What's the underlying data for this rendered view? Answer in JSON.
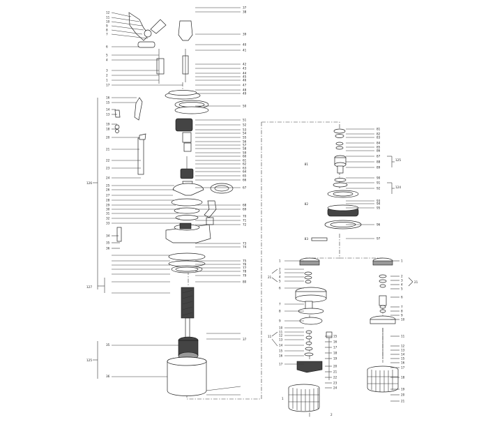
{
  "diagram": {
    "labels": {
      "main_assembly_left": [
        "12",
        "11",
        "10",
        "9",
        "8",
        "7",
        "6",
        "5",
        "4",
        "3",
        "2",
        "1",
        "17",
        "16",
        "15",
        "14",
        "13",
        "19",
        "18",
        "20",
        "21",
        "22",
        "23",
        "24",
        "25",
        "26",
        "27",
        "28",
        "29",
        "30",
        "31",
        "32",
        "33",
        "34",
        "35",
        "36"
      ],
      "main_assembly_right": [
        "37",
        "38",
        "39",
        "40",
        "41",
        "42",
        "43",
        "44",
        "45",
        "46",
        "47",
        "48",
        "49",
        "50",
        "51",
        "52",
        "53",
        "54",
        "55",
        "56",
        "57",
        "58",
        "59",
        "60",
        "61",
        "62",
        "63",
        "64",
        "65",
        "66",
        "67",
        "68",
        "69",
        "70",
        "71",
        "72",
        "73",
        "74",
        "75",
        "76",
        "77",
        "78",
        "79",
        "80"
      ],
      "upper_right_column": [
        "81",
        "82",
        "83",
        "84",
        "85",
        "86",
        "87",
        "88",
        "89",
        "90",
        "91",
        "92",
        "93",
        "94",
        "95",
        "96",
        "97"
      ],
      "lower_left_pump": [
        "1",
        "2",
        "3",
        "4",
        "5",
        "6",
        "7",
        "8",
        "9",
        "10",
        "11",
        "12",
        "13",
        "14",
        "15",
        "16",
        "17",
        "18",
        "19",
        "20",
        "21",
        "22",
        "23",
        "24"
      ],
      "lower_right_pump": [
        "1",
        "2",
        "3",
        "4",
        "5",
        "6",
        "7",
        "8",
        "9",
        "10",
        "11",
        "12",
        "13",
        "14",
        "15",
        "16",
        "17",
        "18",
        "19",
        "20",
        "21"
      ],
      "group_labels": [
        "125",
        "124",
        "126",
        "127",
        "21",
        "11"
      ]
    }
  }
}
